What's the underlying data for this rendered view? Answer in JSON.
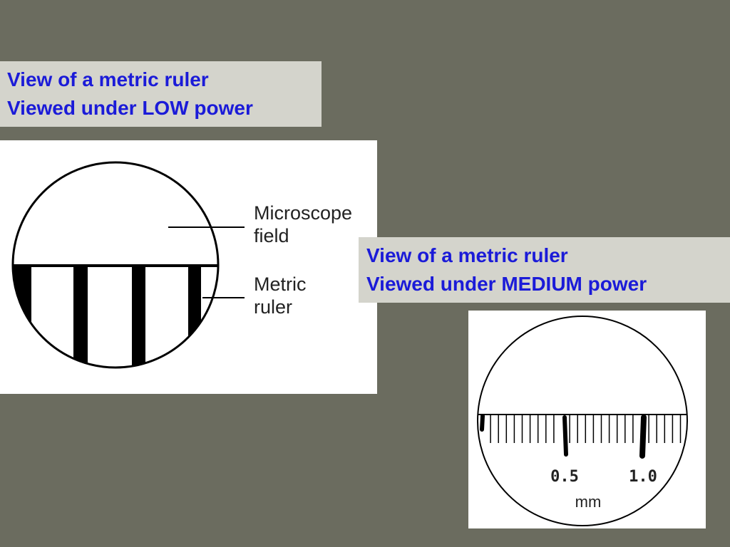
{
  "low_power": {
    "caption_line1": "View of a metric ruler",
    "caption_line2": "Viewed under LOW power",
    "label_field_line1": "Microscope",
    "label_field_line2": "field",
    "label_ruler_line1": "Metric",
    "label_ruler_line2": "ruler"
  },
  "medium_power": {
    "caption_line1": "View of a metric ruler",
    "caption_line2": "Viewed under MEDIUM  power",
    "tick_label_half": "0.5",
    "tick_label_one": "1.0",
    "unit_label": "mm"
  },
  "colors": {
    "background": "#6b6c5f",
    "caption_bg": "#d4d4cc",
    "caption_text": "#1b1bd8"
  }
}
